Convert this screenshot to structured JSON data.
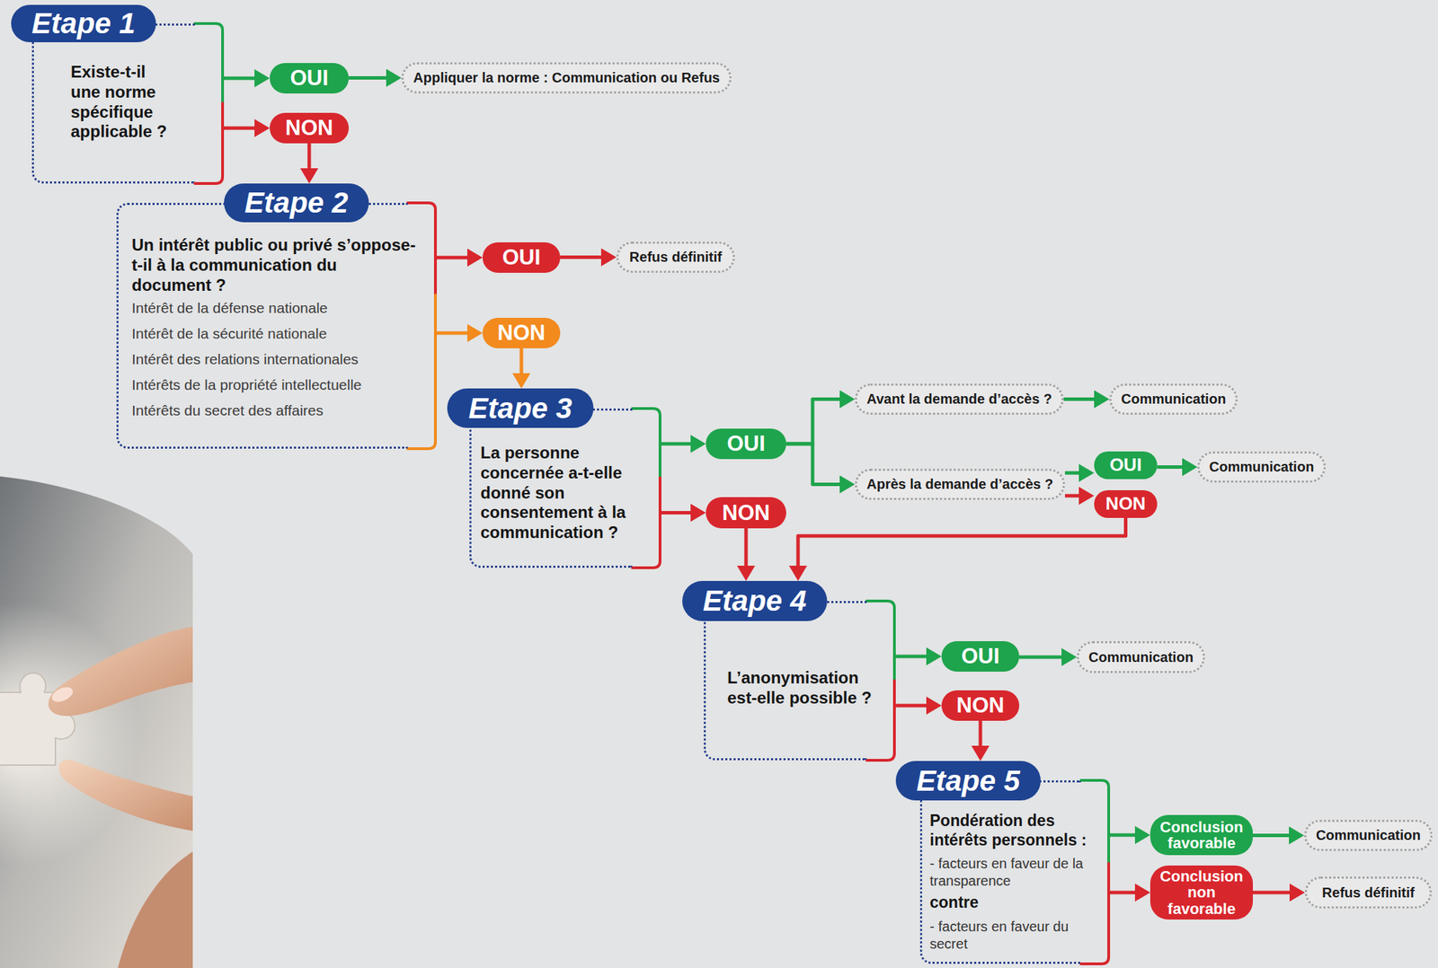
{
  "diagram": {
    "nodes": [
      {
        "text": [
          "Etape 1",
          "Existe-t-il une norme spécifique applicable ?"
        ]
      },
      {
        "text": [
          "OUI"
        ]
      },
      {
        "text": [
          "Appliquer la norme : Communication ou Refus"
        ]
      },
      {
        "text": [
          "NON"
        ]
      },
      {
        "text": [
          "Etape 2",
          "Un intérêt public ou privé s’oppose-t-il à la communication du document ?",
          "Intérêt de la défense nationale",
          "Intérêt de la sécurité nationale",
          "Intérêt des relations internationales",
          "Intérêts de la propriété intellectuelle",
          "Intérêts du secret des affaires"
        ]
      },
      {
        "text": [
          "OUI"
        ]
      },
      {
        "text": [
          "Refus définitif"
        ]
      },
      {
        "text": [
          "NON"
        ]
      },
      {
        "text": [
          "Etape 3",
          "La personne concernée a-t-elle donné son consentement à la communication ?"
        ]
      },
      {
        "text": [
          "OUI"
        ]
      },
      {
        "text": [
          "Avant la demande d’accès ?"
        ]
      },
      {
        "text": [
          "Communication"
        ]
      },
      {
        "text": [
          "Après la demande d’accès ?"
        ]
      },
      {
        "text": [
          "OUI"
        ]
      },
      {
        "text": [
          "Communication"
        ]
      },
      {
        "text": [
          "NON"
        ]
      },
      {
        "text": [
          "NON"
        ]
      },
      {
        "text": [
          "Etape 4",
          "L’anonymisation est-elle possible ?"
        ]
      },
      {
        "text": [
          "OUI"
        ]
      },
      {
        "text": [
          "Communication"
        ]
      },
      {
        "text": [
          "NON"
        ]
      },
      {
        "text": [
          "Etape 5",
          "Pondération des intérêts personnels :",
          "- facteurs en faveur de la transparence",
          "contre",
          "- facteurs en faveur du secret"
        ]
      },
      {
        "text": [
          "Conclusion favorable"
        ]
      },
      {
        "text": [
          "Communication"
        ]
      },
      {
        "text": [
          "Conclusion non favorable"
        ]
      },
      {
        "text": [
          "Refus définitif"
        ]
      }
    ],
    "edges": [
      {
        "from": 0,
        "to": 1,
        "arrow": "to"
      },
      {
        "from": 1,
        "to": 2,
        "arrow": "to"
      },
      {
        "from": 0,
        "to": 3,
        "arrow": "to"
      },
      {
        "from": 3,
        "to": 4,
        "arrow": "to"
      },
      {
        "from": 4,
        "to": 5,
        "arrow": "to"
      },
      {
        "from": 5,
        "to": 6,
        "arrow": "to"
      },
      {
        "from": 4,
        "to": 7,
        "arrow": "to"
      },
      {
        "from": 7,
        "to": 8,
        "arrow": "to"
      },
      {
        "from": 8,
        "to": 9,
        "arrow": "to"
      },
      {
        "from": 9,
        "to": 10,
        "arrow": "to"
      },
      {
        "from": 10,
        "to": 11,
        "arrow": "to"
      },
      {
        "from": 9,
        "to": 12,
        "arrow": "to"
      },
      {
        "from": 12,
        "to": 13,
        "arrow": "to"
      },
      {
        "from": 13,
        "to": 14,
        "arrow": "to"
      },
      {
        "from": 12,
        "to": 15,
        "arrow": "to"
      },
      {
        "from": 15,
        "to": 17,
        "arrow": "to"
      },
      {
        "from": 8,
        "to": 16,
        "arrow": "to"
      },
      {
        "from": 16,
        "to": 17,
        "arrow": "to"
      },
      {
        "from": 17,
        "to": 18,
        "arrow": "to"
      },
      {
        "from": 18,
        "to": 19,
        "arrow": "to"
      },
      {
        "from": 17,
        "to": 20,
        "arrow": "to"
      },
      {
        "from": 20,
        "to": 21,
        "arrow": "to"
      },
      {
        "from": 21,
        "to": 22,
        "arrow": "to"
      },
      {
        "from": 22,
        "to": 23,
        "arrow": "to"
      },
      {
        "from": 21,
        "to": 24,
        "arrow": "to"
      },
      {
        "from": 24,
        "to": 25,
        "arrow": "to"
      }
    ]
  }
}
